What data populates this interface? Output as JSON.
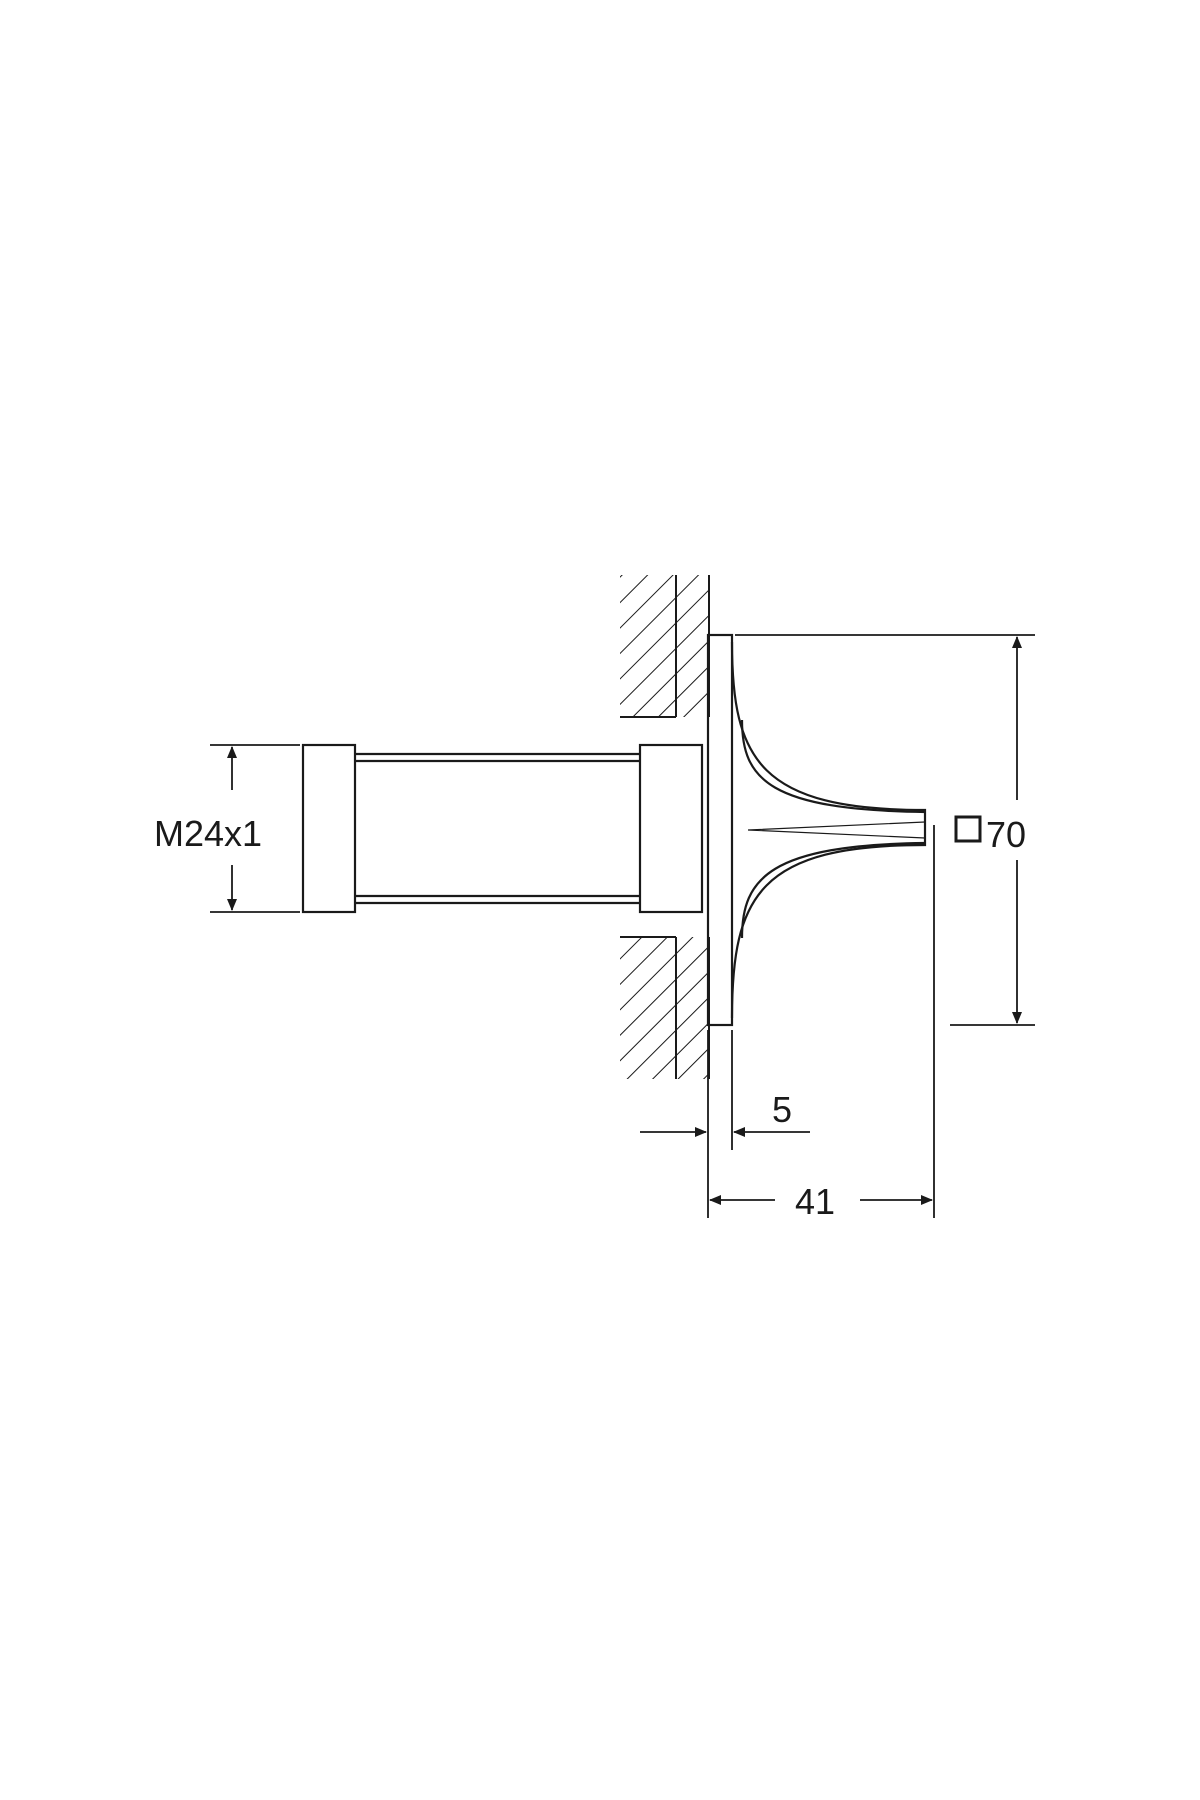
{
  "diagram": {
    "labels": {
      "thread": "M24x1",
      "square_size": "70",
      "rosette_thickness": "5",
      "projection": "41"
    },
    "symbols": {
      "square_size_symbol": "square-outline"
    },
    "colors": {
      "line": "#1a1a1a",
      "background": "#ffffff"
    }
  }
}
